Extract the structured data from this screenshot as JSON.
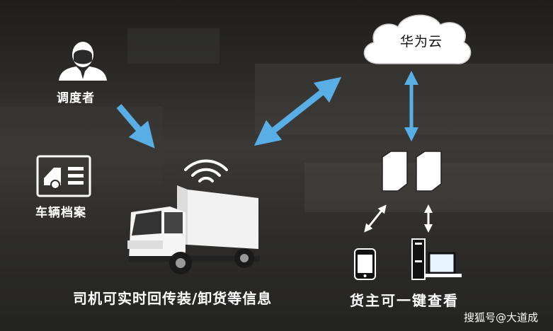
{
  "cloud": {
    "label": "华为云"
  },
  "dispatcher": {
    "label": "调度者"
  },
  "vehicle_records": {
    "label": "车辆档案"
  },
  "driver_caption": "司机可实时回传装/卸货等信息",
  "owner_caption": "货主可一键查看",
  "watermark": "搜狐号@大道成",
  "colors": {
    "arrow_blue": "#5aaee6",
    "text": "#ffffff",
    "background": "#2c2b29"
  }
}
